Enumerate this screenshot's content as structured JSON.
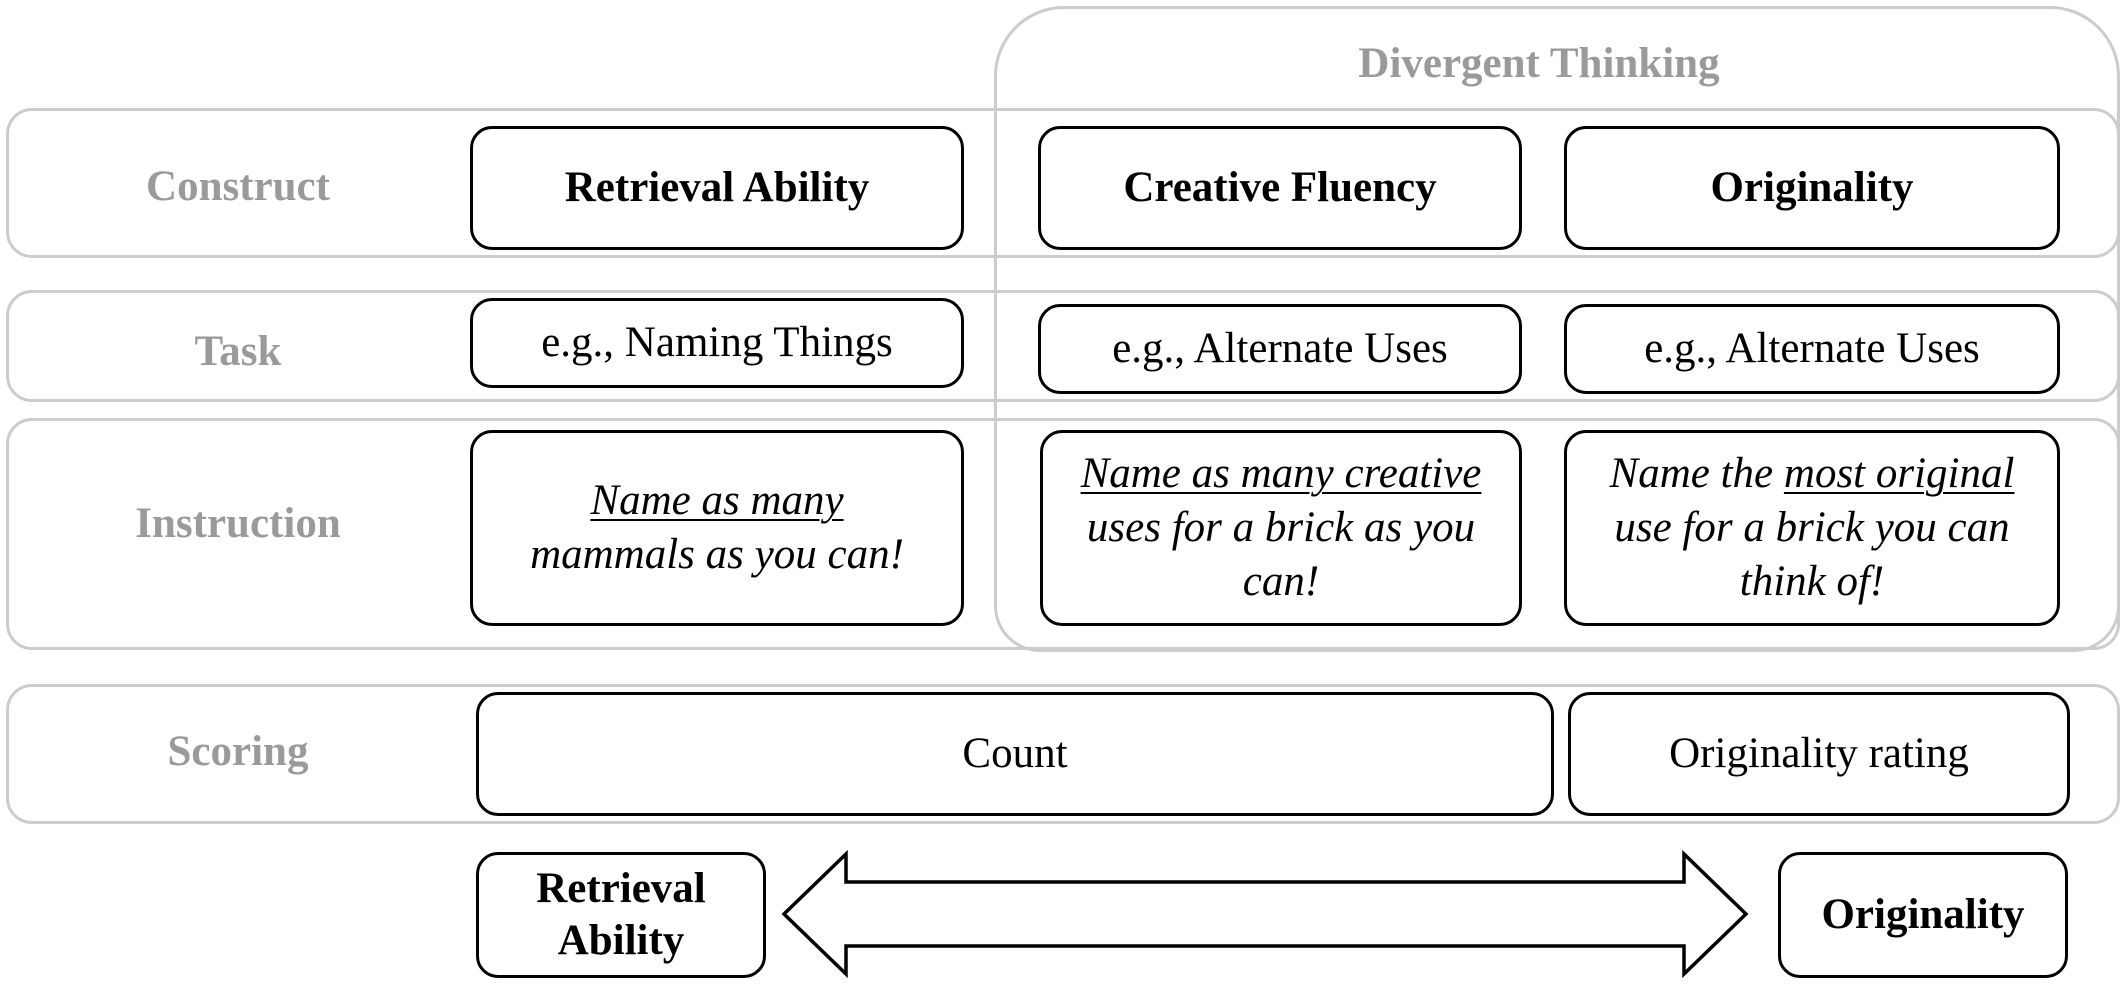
{
  "group": {
    "title": "Divergent Thinking"
  },
  "rows": {
    "construct": {
      "label": "Construct",
      "retrieval": "Retrieval Ability",
      "fluency": "Creative Fluency",
      "originality": "Originality"
    },
    "task": {
      "label": "Task",
      "retrieval": "e.g., Naming Things",
      "fluency": "e.g., Alternate Uses",
      "originality": "e.g., Alternate Uses"
    },
    "instruction": {
      "label": "Instruction",
      "retrieval": {
        "underlined": "Name as many",
        "rest": "mammals as you can!"
      },
      "fluency": {
        "underlined": "Name as many creative",
        "rest": "uses for a brick as you can!"
      },
      "originality": {
        "lead": "Name the",
        "underlined": "most original",
        "rest": "use for a brick you can think of!"
      }
    },
    "scoring": {
      "label": "Scoring",
      "count": "Count",
      "rating": "Originality rating"
    }
  },
  "continuum": {
    "left": "Retrieval Ability",
    "right": "Originality"
  }
}
